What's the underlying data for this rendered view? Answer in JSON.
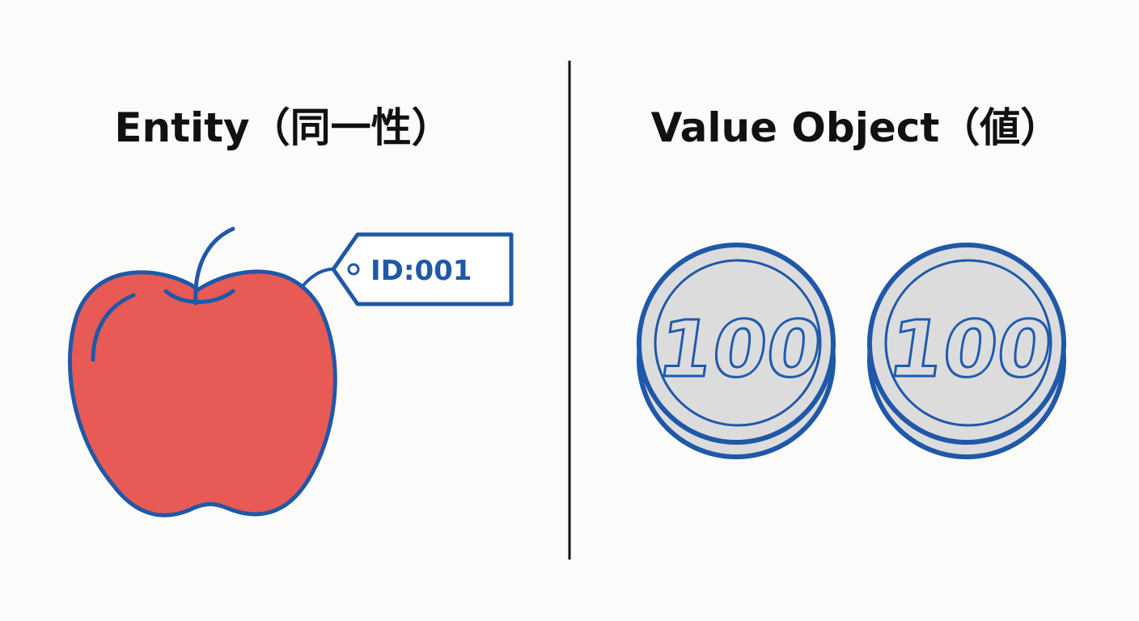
{
  "left": {
    "title": "Entity（同一性）",
    "tag_label": "ID:001"
  },
  "right": {
    "title": "Value Object（値）",
    "coins": [
      "100",
      "100"
    ]
  },
  "colors": {
    "outline": "#1f58a8",
    "apple": "#e85a55",
    "coin": "#dcdcdc",
    "divider": "#111111"
  }
}
